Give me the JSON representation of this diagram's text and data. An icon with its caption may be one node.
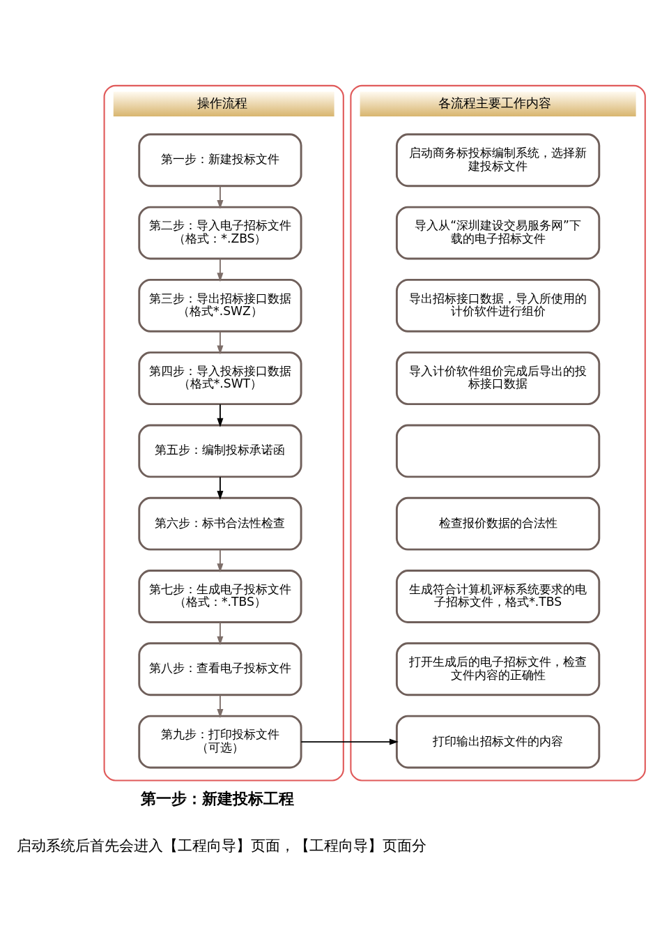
{
  "diagram": {
    "nodes": [
      {
        "text": [
          "操作流程"
        ]
      },
      {
        "text": [
          "第一步：新建投标文件"
        ],
        "in": 0
      },
      {
        "text": [
          "第二步：导入电子招标文件",
          "（格式：*.ZBS）"
        ],
        "in": 0
      },
      {
        "text": [
          "第三步：导出招标接口数据",
          "（格式*.SWZ）"
        ],
        "in": 0
      },
      {
        "text": [
          "第四步：导入投标接口数据",
          "（格式*.SWT）"
        ],
        "in": 0
      },
      {
        "text": [
          "第五步：编制投标承诺函"
        ],
        "in": 0
      },
      {
        "text": [
          "第六步：标书合法性检查"
        ],
        "in": 0
      },
      {
        "text": [
          "第七步：生成电子投标文件",
          "（格式：*.TBS）"
        ],
        "in": 0
      },
      {
        "text": [
          "第八步：查看电子投标文件"
        ],
        "in": 0
      },
      {
        "text": [
          "第九步：打印投标文件",
          "（可选）"
        ],
        "in": 0
      },
      {
        "text": [
          "各流程主要工作内容"
        ]
      },
      {
        "text": [
          "启动商务标投标编制系统，选择新建投标文件"
        ],
        "in": 10
      },
      {
        "text": [
          "导入从“深圳建设交易服务网”下载的电子招标文件"
        ],
        "in": 10
      },
      {
        "text": [
          "导出招标接口数据，导入所使用的计价软件进行组价"
        ],
        "in": 10
      },
      {
        "text": [
          "导入计价软件组价完成后导出的投标接口数据"
        ],
        "in": 10
      },
      {
        "text": [],
        "shape": "box",
        "in": 10
      },
      {
        "text": [
          "检查报价数据的合法性"
        ],
        "in": 10
      },
      {
        "text": [
          "生成符合计算机评标系统要求的电子招标文件，格式*.TBS"
        ],
        "in": 10
      },
      {
        "text": [
          "打开生成后的电子招标文件，检查文件内容的正确性"
        ],
        "in": 10
      },
      {
        "text": [
          "打印输出招标文件的内容"
        ],
        "in": 10
      }
    ],
    "edges": [
      {
        "from": 1,
        "to": 2,
        "arrow": "to"
      },
      {
        "from": 2,
        "to": 3,
        "arrow": "to"
      },
      {
        "from": 3,
        "to": 4,
        "arrow": "to"
      },
      {
        "from": 4,
        "to": 5,
        "arrow": "to",
        "color": "#000000"
      },
      {
        "from": 5,
        "to": 6,
        "arrow": "to",
        "color": "#000000"
      },
      {
        "from": 6,
        "to": 7,
        "arrow": "to"
      },
      {
        "from": 7,
        "to": 8,
        "arrow": "to"
      },
      {
        "from": 8,
        "to": 9,
        "arrow": "to"
      },
      {
        "from": 9,
        "to": 19,
        "arrow": "to",
        "color": "#000000"
      }
    ],
    "labels": [
      "第一步：新建投标工程",
      "启动系统后首先会进入【工程向导】页面，【工程向导】页面分"
    ]
  }
}
